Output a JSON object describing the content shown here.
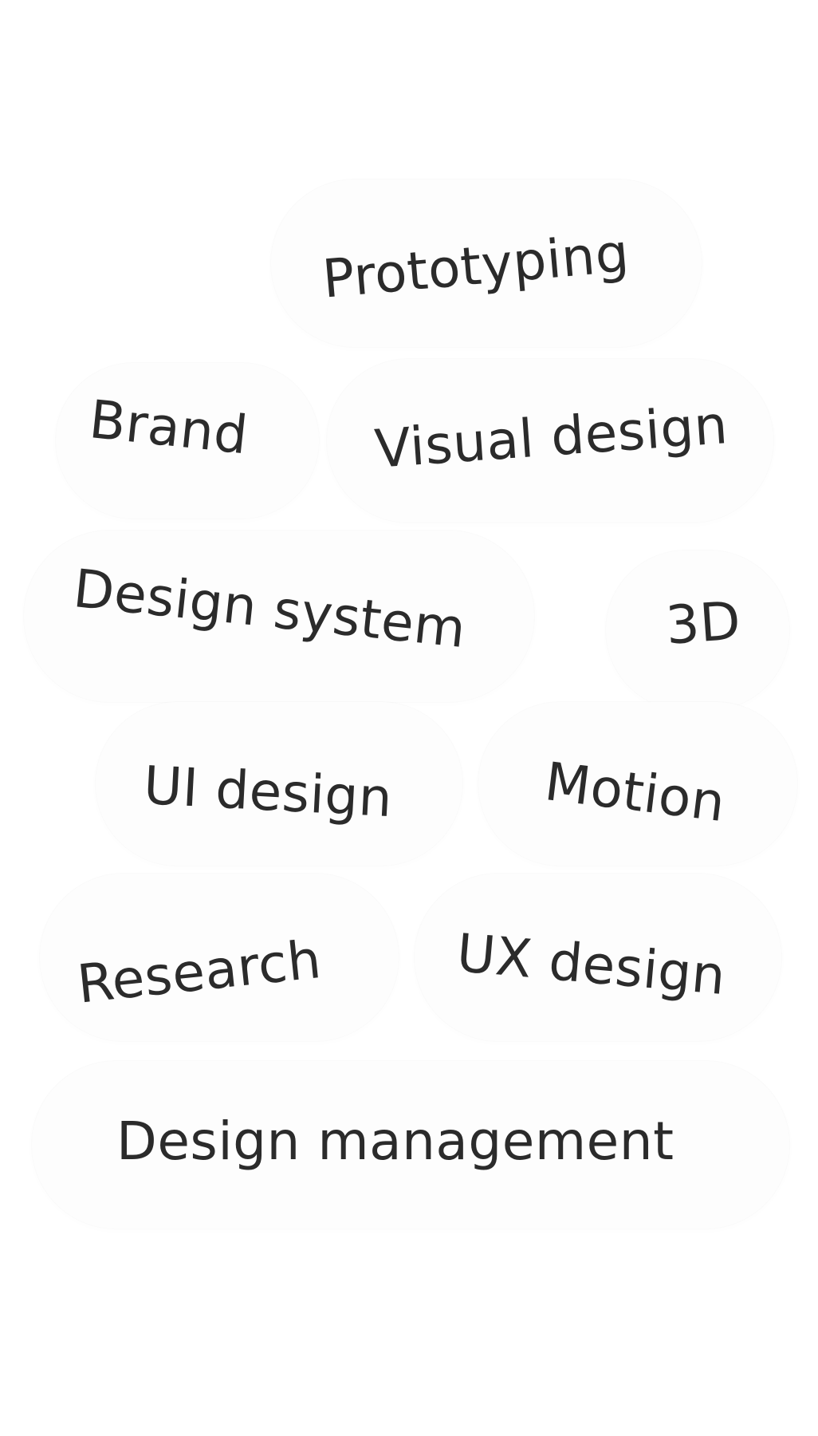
{
  "tags": [
    "Prototyping",
    "Brand",
    "Visual design",
    "Design system",
    "3D",
    "UI design",
    "Motion",
    "Research",
    "UX design",
    "Design management"
  ]
}
